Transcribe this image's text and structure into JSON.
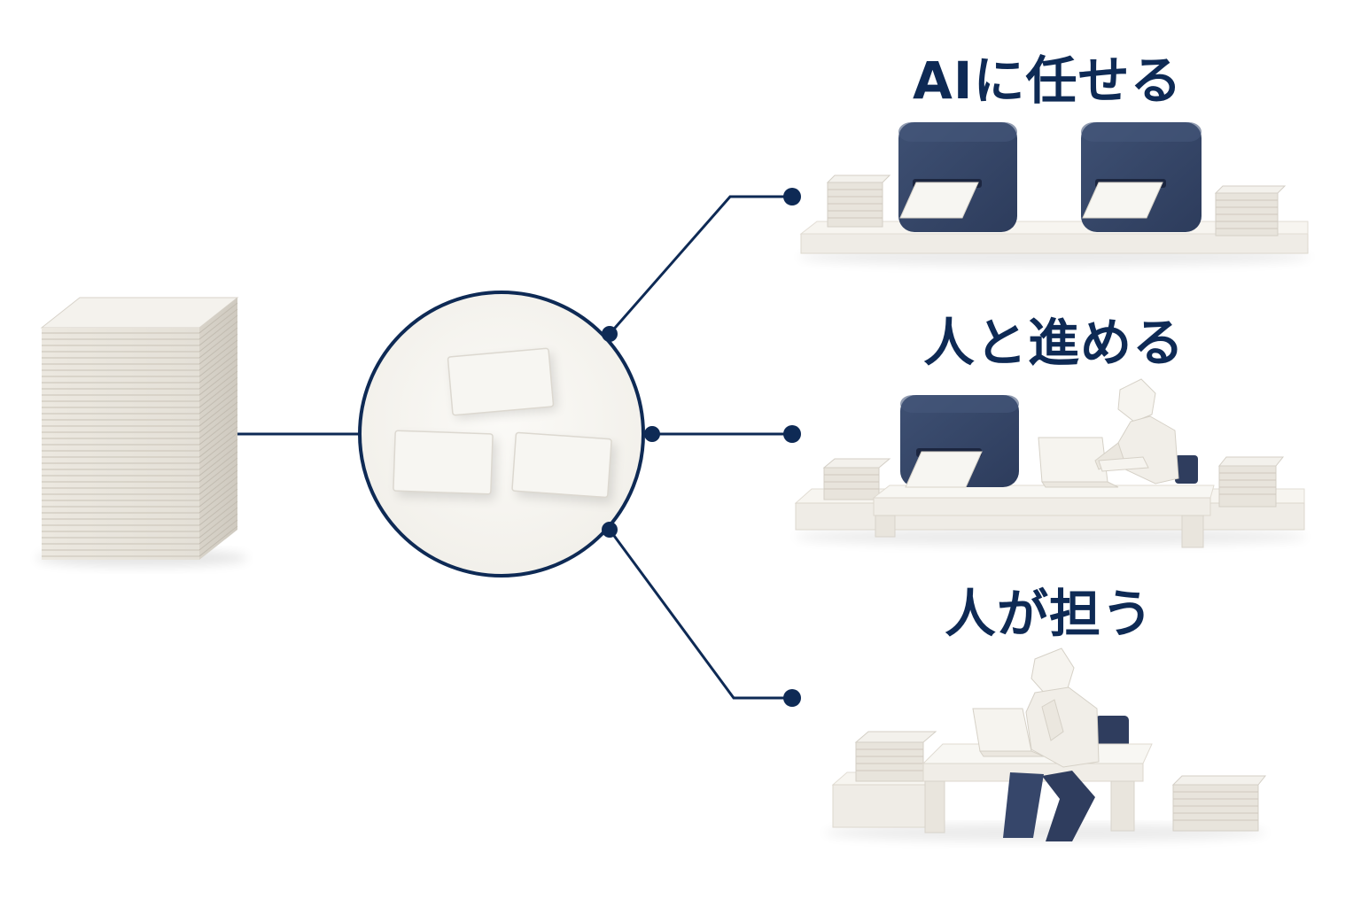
{
  "colors": {
    "navy": "#0e2a55",
    "machine": "#394a6a",
    "machine_dark": "#2a3855",
    "paper": "#f3f1ec",
    "paper_shade": "#e2ded6",
    "paper_edge": "#d4cfc6"
  },
  "branches": [
    {
      "label": "AIに任せる"
    },
    {
      "label": "人と進める"
    },
    {
      "label": "人が担う"
    }
  ]
}
